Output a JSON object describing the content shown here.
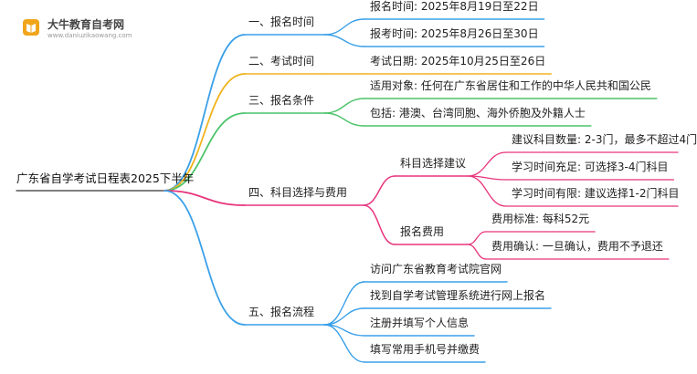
{
  "brand": {
    "name": "大牛教育自考网",
    "url": "www.daniuzikaowang.com",
    "logo_color": "#f0a51a"
  },
  "mindmap": {
    "root": "广东省自学考试日程表2025下半年",
    "branches": [
      {
        "label": "一、报名时间",
        "color": "#3aa0e8",
        "leaves": [
          {
            "label": "报名时间: 2025年8月19日至22日"
          },
          {
            "label": "报考时间: 2025年8月26日至30日"
          }
        ]
      },
      {
        "label": "二、考试时间",
        "color": "#f0b41e",
        "leaves": [
          {
            "label": "考试日期: 2025年10月25日至26日"
          }
        ]
      },
      {
        "label": "三、报名条件",
        "color": "#4cc36a",
        "leaves": [
          {
            "label": "适用对象: 任何在广东省居住和工作的中华人民共和国公民"
          },
          {
            "label": "包括: 港澳、台湾同胞、海外侨胞及外籍人士"
          }
        ]
      },
      {
        "label": "四、科目选择与费用",
        "color": "#e8347c",
        "groups": [
          {
            "label": "科目选择建议",
            "leaves": [
              {
                "label": "建议科目数量: 2-3门，最多不超过4门"
              },
              {
                "label": "学习时间充足: 可选择3-4门科目"
              },
              {
                "label": "学习时间有限: 建议选择1-2门科目"
              }
            ]
          },
          {
            "label": "报名费用",
            "leaves": [
              {
                "label": "费用标准: 每科52元"
              },
              {
                "label": "费用确认: 一旦确认，费用不予退还"
              }
            ]
          }
        ]
      },
      {
        "label": "五、报名流程",
        "color": "#3aa0e8",
        "leaves": [
          {
            "label": "访问广东省教育考试院官网"
          },
          {
            "label": "找到自学考试管理系统进行网上报名"
          },
          {
            "label": "注册并填写个人信息"
          },
          {
            "label": "填写常用手机号并缴费"
          }
        ]
      }
    ]
  }
}
